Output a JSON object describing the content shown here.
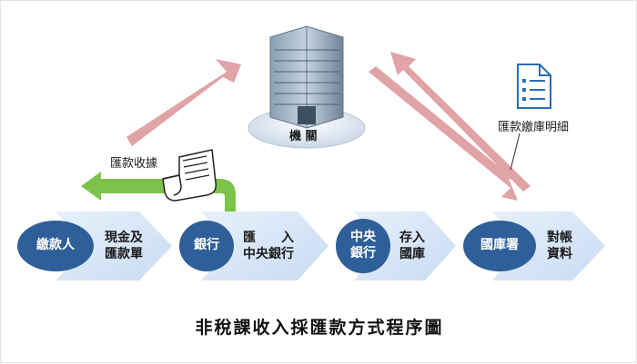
{
  "title": "非稅課收入採匯款方式程序圖",
  "agency": {
    "label": "機 關"
  },
  "receipt": {
    "label": "匯款收據"
  },
  "detail": {
    "label": "匯款繳庫明細"
  },
  "stages": [
    {
      "name": "繳款人",
      "lines": [
        "現金及",
        "匯款單"
      ]
    },
    {
      "name": "銀行",
      "lines": [
        "匯　　入",
        "中央銀行"
      ]
    },
    {
      "name_lines": [
        "中央",
        "銀行"
      ],
      "lines": [
        "存入",
        "國庫"
      ]
    },
    {
      "name": "國庫署",
      "lines": [
        "對帳",
        "資料"
      ]
    }
  ],
  "colors": {
    "ellipse": "#2f5f99",
    "chevron": "#d6e5f7",
    "pink_arrow": "#e0a3a6",
    "green_arrow": "#7dc24a"
  },
  "icons": [
    "office-building-icon",
    "receipt-scroll-icon",
    "document-list-icon"
  ]
}
